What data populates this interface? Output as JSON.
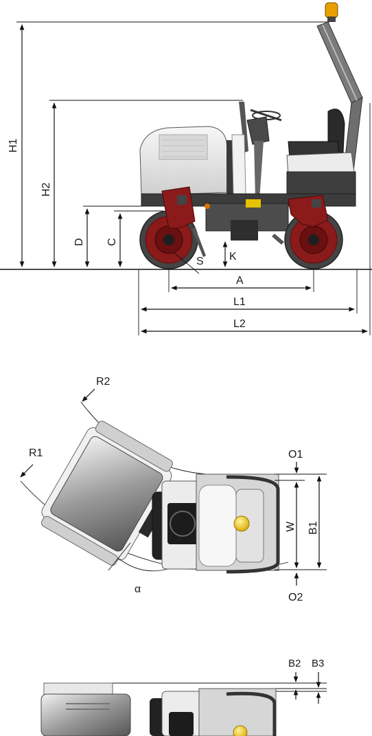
{
  "side_view": {
    "labels": {
      "H1": "H1",
      "H2": "H2",
      "D": "D",
      "C": "C",
      "S": "S",
      "K": "K",
      "A": "A",
      "L1": "L1",
      "L2": "L2"
    }
  },
  "top_view": {
    "labels": {
      "R2": "R2",
      "R1": "R1",
      "O1": "O1",
      "O2": "O2",
      "W": "W",
      "B1": "B1",
      "alpha": "α"
    }
  },
  "bottom_view": {
    "labels": {
      "B2": "B2",
      "B3": "B3"
    }
  },
  "colors": {
    "drum_red": "#8b1a1a",
    "frame_dark": "#4a4a4a",
    "body_white": "#e9e9e9",
    "beacon_orange": "#e8a000",
    "accent_yellow": "#f2c200"
  }
}
